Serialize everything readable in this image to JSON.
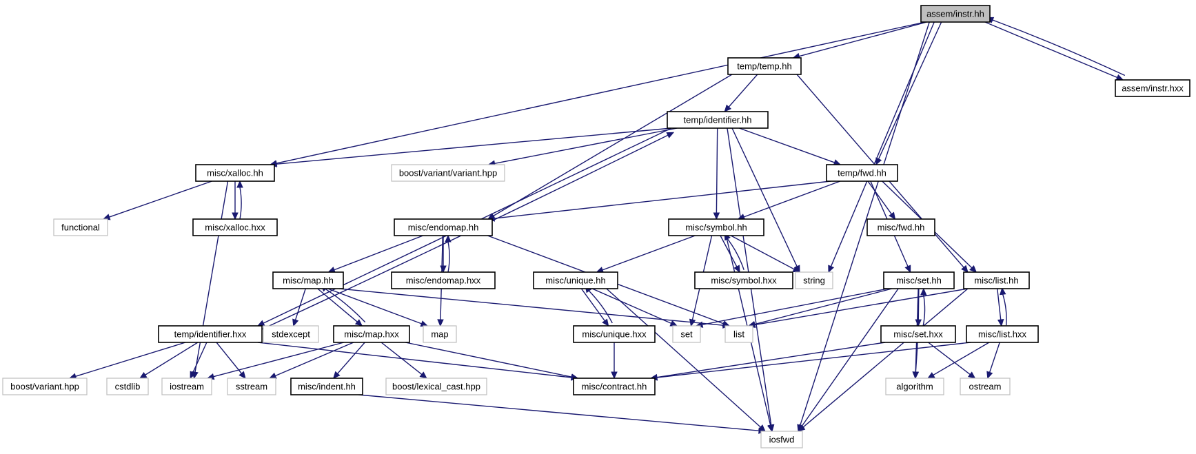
{
  "diagram": {
    "nodes": [
      {
        "id": "assem_instr_hh",
        "label": "assem/instr.hh",
        "kind": "root"
      },
      {
        "id": "temp_temp_hh",
        "label": "temp/temp.hh",
        "kind": "doc"
      },
      {
        "id": "assem_instr_hxx",
        "label": "assem/instr.hxx",
        "kind": "doc"
      },
      {
        "id": "temp_identifier_hh",
        "label": "temp/identifier.hh",
        "kind": "doc"
      },
      {
        "id": "misc_xalloc_hh",
        "label": "misc/xalloc.hh",
        "kind": "doc"
      },
      {
        "id": "boost_variant_variant_hpp",
        "label": "boost/variant/variant.hpp",
        "kind": "system"
      },
      {
        "id": "temp_fwd_hh",
        "label": "temp/fwd.hh",
        "kind": "doc"
      },
      {
        "id": "functional",
        "label": "functional",
        "kind": "system"
      },
      {
        "id": "misc_xalloc_hxx",
        "label": "misc/xalloc.hxx",
        "kind": "doc"
      },
      {
        "id": "misc_endomap_hh",
        "label": "misc/endomap.hh",
        "kind": "doc"
      },
      {
        "id": "misc_symbol_hh",
        "label": "misc/symbol.hh",
        "kind": "doc"
      },
      {
        "id": "misc_fwd_hh",
        "label": "misc/fwd.hh",
        "kind": "doc"
      },
      {
        "id": "misc_map_hh",
        "label": "misc/map.hh",
        "kind": "doc"
      },
      {
        "id": "misc_endomap_hxx",
        "label": "misc/endomap.hxx",
        "kind": "doc"
      },
      {
        "id": "misc_unique_hh",
        "label": "misc/unique.hh",
        "kind": "doc"
      },
      {
        "id": "misc_symbol_hxx",
        "label": "misc/symbol.hxx",
        "kind": "doc"
      },
      {
        "id": "string",
        "label": "string",
        "kind": "system"
      },
      {
        "id": "misc_set_hh",
        "label": "misc/set.hh",
        "kind": "doc"
      },
      {
        "id": "misc_list_hh",
        "label": "misc/list.hh",
        "kind": "doc"
      },
      {
        "id": "temp_identifier_hxx",
        "label": "temp/identifier.hxx",
        "kind": "doc"
      },
      {
        "id": "stdexcept",
        "label": "stdexcept",
        "kind": "system"
      },
      {
        "id": "misc_map_hxx",
        "label": "misc/map.hxx",
        "kind": "doc"
      },
      {
        "id": "map",
        "label": "map",
        "kind": "system"
      },
      {
        "id": "misc_unique_hxx",
        "label": "misc/unique.hxx",
        "kind": "doc"
      },
      {
        "id": "set",
        "label": "set",
        "kind": "system"
      },
      {
        "id": "list",
        "label": "list",
        "kind": "system"
      },
      {
        "id": "misc_set_hxx",
        "label": "misc/set.hxx",
        "kind": "doc"
      },
      {
        "id": "misc_list_hxx",
        "label": "misc/list.hxx",
        "kind": "doc"
      },
      {
        "id": "boost_variant_hpp",
        "label": "boost/variant.hpp",
        "kind": "system"
      },
      {
        "id": "cstdlib",
        "label": "cstdlib",
        "kind": "system"
      },
      {
        "id": "iostream",
        "label": "iostream",
        "kind": "system"
      },
      {
        "id": "sstream",
        "label": "sstream",
        "kind": "system"
      },
      {
        "id": "misc_indent_hh",
        "label": "misc/indent.hh",
        "kind": "doc"
      },
      {
        "id": "boost_lexical_cast_hpp",
        "label": "boost/lexical_cast.hpp",
        "kind": "system"
      },
      {
        "id": "misc_contract_hh",
        "label": "misc/contract.hh",
        "kind": "doc"
      },
      {
        "id": "algorithm",
        "label": "algorithm",
        "kind": "system"
      },
      {
        "id": "ostream",
        "label": "ostream",
        "kind": "system"
      },
      {
        "id": "iosfwd",
        "label": "iosfwd",
        "kind": "system"
      }
    ],
    "edges": [
      [
        "assem_instr_hh",
        "temp_temp_hh"
      ],
      [
        "assem_instr_hh",
        "misc_xalloc_hh"
      ],
      [
        "assem_instr_hh",
        "temp_fwd_hh"
      ],
      [
        "assem_instr_hh",
        "string"
      ],
      [
        "assem_instr_hh",
        "iosfwd"
      ],
      [
        "assem_instr_hh",
        "assem_instr_hxx"
      ],
      [
        "assem_instr_hxx",
        "assem_instr_hh"
      ],
      [
        "temp_temp_hh",
        "temp_identifier_hh"
      ],
      [
        "temp_temp_hh",
        "misc_endomap_hh"
      ],
      [
        "temp_temp_hh",
        "misc_list_hh"
      ],
      [
        "temp_identifier_hh",
        "misc_xalloc_hh"
      ],
      [
        "temp_identifier_hh",
        "boost_variant_variant_hpp"
      ],
      [
        "temp_identifier_hh",
        "temp_fwd_hh"
      ],
      [
        "temp_identifier_hh",
        "misc_symbol_hh"
      ],
      [
        "temp_identifier_hh",
        "string"
      ],
      [
        "temp_identifier_hh",
        "iosfwd"
      ],
      [
        "temp_identifier_hh",
        "temp_identifier_hxx"
      ],
      [
        "temp_identifier_hxx",
        "temp_identifier_hh"
      ],
      [
        "misc_xalloc_hh",
        "functional"
      ],
      [
        "misc_xalloc_hh",
        "misc_xalloc_hxx"
      ],
      [
        "misc_xalloc_hh",
        "iostream"
      ],
      [
        "misc_xalloc_hxx",
        "misc_xalloc_hh"
      ],
      [
        "temp_fwd_hh",
        "misc_endomap_hh"
      ],
      [
        "temp_fwd_hh",
        "misc_symbol_hh"
      ],
      [
        "temp_fwd_hh",
        "misc_fwd_hh"
      ],
      [
        "temp_fwd_hh",
        "misc_set_hh"
      ],
      [
        "temp_fwd_hh",
        "misc_list_hh"
      ],
      [
        "misc_endomap_hh",
        "misc_map_hh"
      ],
      [
        "misc_endomap_hh",
        "misc_endomap_hxx"
      ],
      [
        "misc_endomap_hh",
        "map"
      ],
      [
        "misc_endomap_hh",
        "list"
      ],
      [
        "misc_endomap_hxx",
        "misc_endomap_hh"
      ],
      [
        "misc_symbol_hh",
        "misc_unique_hh"
      ],
      [
        "misc_symbol_hh",
        "misc_symbol_hxx"
      ],
      [
        "misc_symbol_hh",
        "string"
      ],
      [
        "misc_symbol_hh",
        "set"
      ],
      [
        "misc_symbol_hh",
        "iosfwd"
      ],
      [
        "misc_symbol_hxx",
        "misc_symbol_hh"
      ],
      [
        "misc_map_hh",
        "stdexcept"
      ],
      [
        "misc_map_hh",
        "misc_map_hxx"
      ],
      [
        "misc_map_hh",
        "map"
      ],
      [
        "misc_map_hh",
        "list"
      ],
      [
        "misc_map_hxx",
        "misc_map_hh"
      ],
      [
        "misc_map_hxx",
        "iostream"
      ],
      [
        "misc_map_hxx",
        "sstream"
      ],
      [
        "misc_map_hxx",
        "misc_indent_hh"
      ],
      [
        "misc_map_hxx",
        "boost_lexical_cast_hpp"
      ],
      [
        "misc_map_hxx",
        "misc_contract_hh"
      ],
      [
        "misc_unique_hh",
        "misc_unique_hxx"
      ],
      [
        "misc_unique_hh",
        "set"
      ],
      [
        "misc_unique_hh",
        "iosfwd"
      ],
      [
        "misc_unique_hxx",
        "misc_unique_hh"
      ],
      [
        "misc_unique_hxx",
        "misc_contract_hh"
      ],
      [
        "misc_set_hh",
        "set"
      ],
      [
        "misc_set_hh",
        "list"
      ],
      [
        "misc_set_hh",
        "misc_set_hxx"
      ],
      [
        "misc_set_hh",
        "algorithm"
      ],
      [
        "misc_set_hh",
        "iosfwd"
      ],
      [
        "misc_set_hxx",
        "misc_set_hh"
      ],
      [
        "misc_set_hxx",
        "misc_contract_hh"
      ],
      [
        "misc_set_hxx",
        "algorithm"
      ],
      [
        "misc_set_hxx",
        "ostream"
      ],
      [
        "misc_list_hh",
        "list"
      ],
      [
        "misc_list_hh",
        "misc_list_hxx"
      ],
      [
        "misc_list_hh",
        "iosfwd"
      ],
      [
        "misc_list_hxx",
        "misc_list_hh"
      ],
      [
        "misc_list_hxx",
        "misc_contract_hh"
      ],
      [
        "misc_list_hxx",
        "algorithm"
      ],
      [
        "misc_list_hxx",
        "ostream"
      ],
      [
        "temp_identifier_hxx",
        "boost_variant_hpp"
      ],
      [
        "temp_identifier_hxx",
        "cstdlib"
      ],
      [
        "temp_identifier_hxx",
        "iostream"
      ],
      [
        "temp_identifier_hxx",
        "sstream"
      ],
      [
        "temp_identifier_hxx",
        "misc_contract_hh"
      ],
      [
        "misc_indent_hh",
        "iosfwd"
      ]
    ]
  }
}
